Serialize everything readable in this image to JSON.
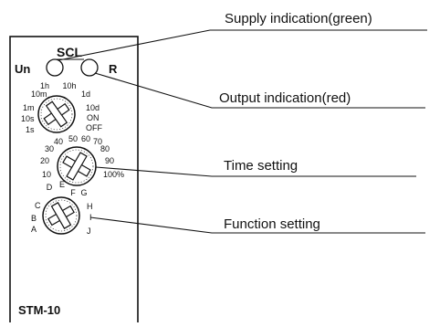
{
  "brand": "SCL",
  "un_label": "Un",
  "r_label": "R",
  "model": "STM-10",
  "callouts": {
    "supply": "Supply indication(green)",
    "output": "Output indication(red)",
    "time": "Time setting",
    "function": "Function  setting"
  },
  "range_dial": {
    "labels": [
      "1h",
      "10h",
      "10m",
      "1d",
      "1m",
      "10d",
      "10s",
      "ON",
      "1s",
      "OFF"
    ]
  },
  "time_dial": {
    "labels": [
      "40",
      "50",
      "60",
      "70",
      "30",
      "80",
      "20",
      "90",
      "10",
      "100%"
    ]
  },
  "function_dial": {
    "labels": [
      "D",
      "E",
      "F",
      "G",
      "C",
      "H",
      "B",
      "I",
      "A",
      "J"
    ]
  },
  "colors": {
    "ink": "#111111",
    "background": "#ffffff"
  }
}
